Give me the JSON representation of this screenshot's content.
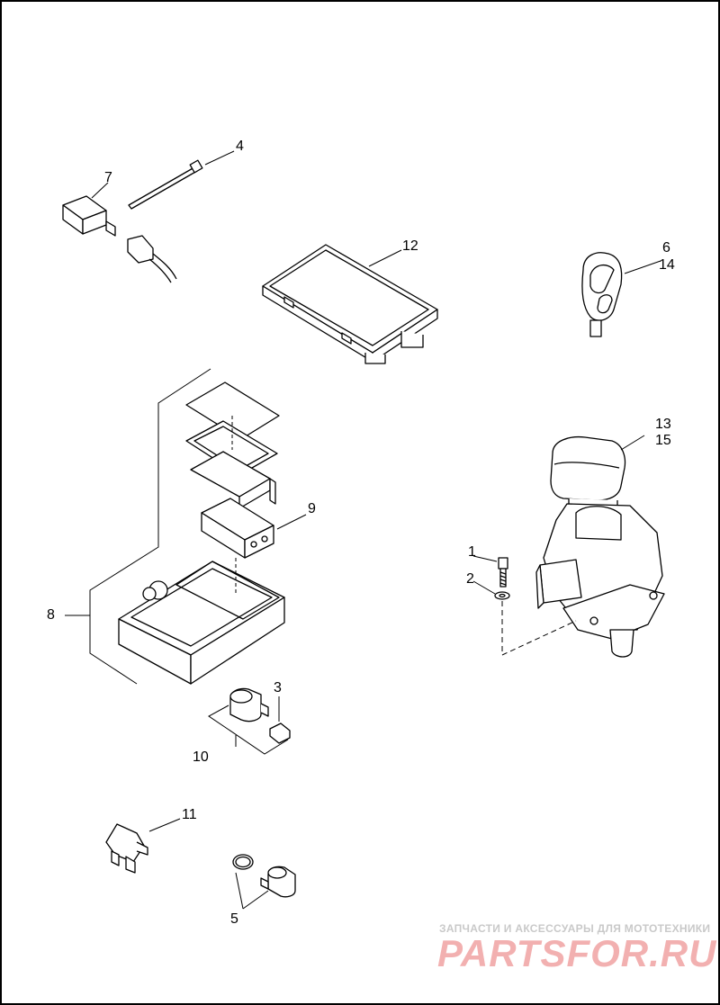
{
  "callouts": {
    "c1": "1",
    "c2": "2",
    "c3": "3",
    "c4": "4",
    "c5": "5",
    "c6": "6",
    "c7": "7",
    "c8": "8",
    "c9": "9",
    "c10": "10",
    "c11": "11",
    "c12": "12",
    "c13": "13",
    "c14": "14",
    "c15": "15"
  },
  "watermark": {
    "tagline": "ЗАПЧАСТИ И АКСЕССУАРЫ ДЛЯ МОТОТЕХНИКИ",
    "logo": "PARTSFOR.RU"
  },
  "colors": {
    "line": "#000000",
    "watermark_logo": "#f2b0b0",
    "watermark_text": "#c9c9c9"
  }
}
